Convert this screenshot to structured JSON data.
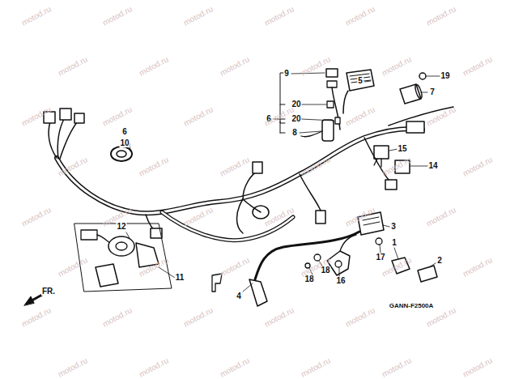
{
  "diagram": {
    "labels": [
      "9",
      "19",
      "5",
      "7",
      "20",
      "20",
      "6",
      "8",
      "6",
      "10",
      "15",
      "14",
      "3",
      "12",
      "11",
      "1",
      "2",
      "17",
      "18",
      "18",
      "16",
      "4",
      "FR.",
      "GANN-F2500A",
      "motod.ru",
      "motod.ru",
      "motod.ru",
      "motod.ru",
      "motod.ru",
      "motod.ru",
      "motod.ru",
      "motod.ru",
      "motod.ru",
      "motod.ru",
      "motod.ru",
      "motod.ru",
      "motod.ru",
      "motod.ru",
      "motod.ru",
      "motod.ru",
      "motod.ru",
      "motod.ru",
      "motod.ru",
      "motod.ru",
      "motod.ru",
      "motod.ru",
      "motod.ru",
      "motod.ru",
      "motod.ru",
      "motod.ru",
      "motod.ru",
      "motod.ru",
      "motod.ru",
      "motod.ru",
      "motod.ru",
      "motod.ru",
      "motod.ru",
      "motod.ru",
      "motod.ru",
      "motod.ru",
      "motod.ru",
      "motod.ru",
      "motod.ru",
      "motod.ru",
      "motod.ru",
      "motod.ru",
      "motod.ru",
      "motod.ru",
      "motod.ru",
      "motod.ru",
      "motod.ru",
      "motod.ru"
    ]
  }
}
